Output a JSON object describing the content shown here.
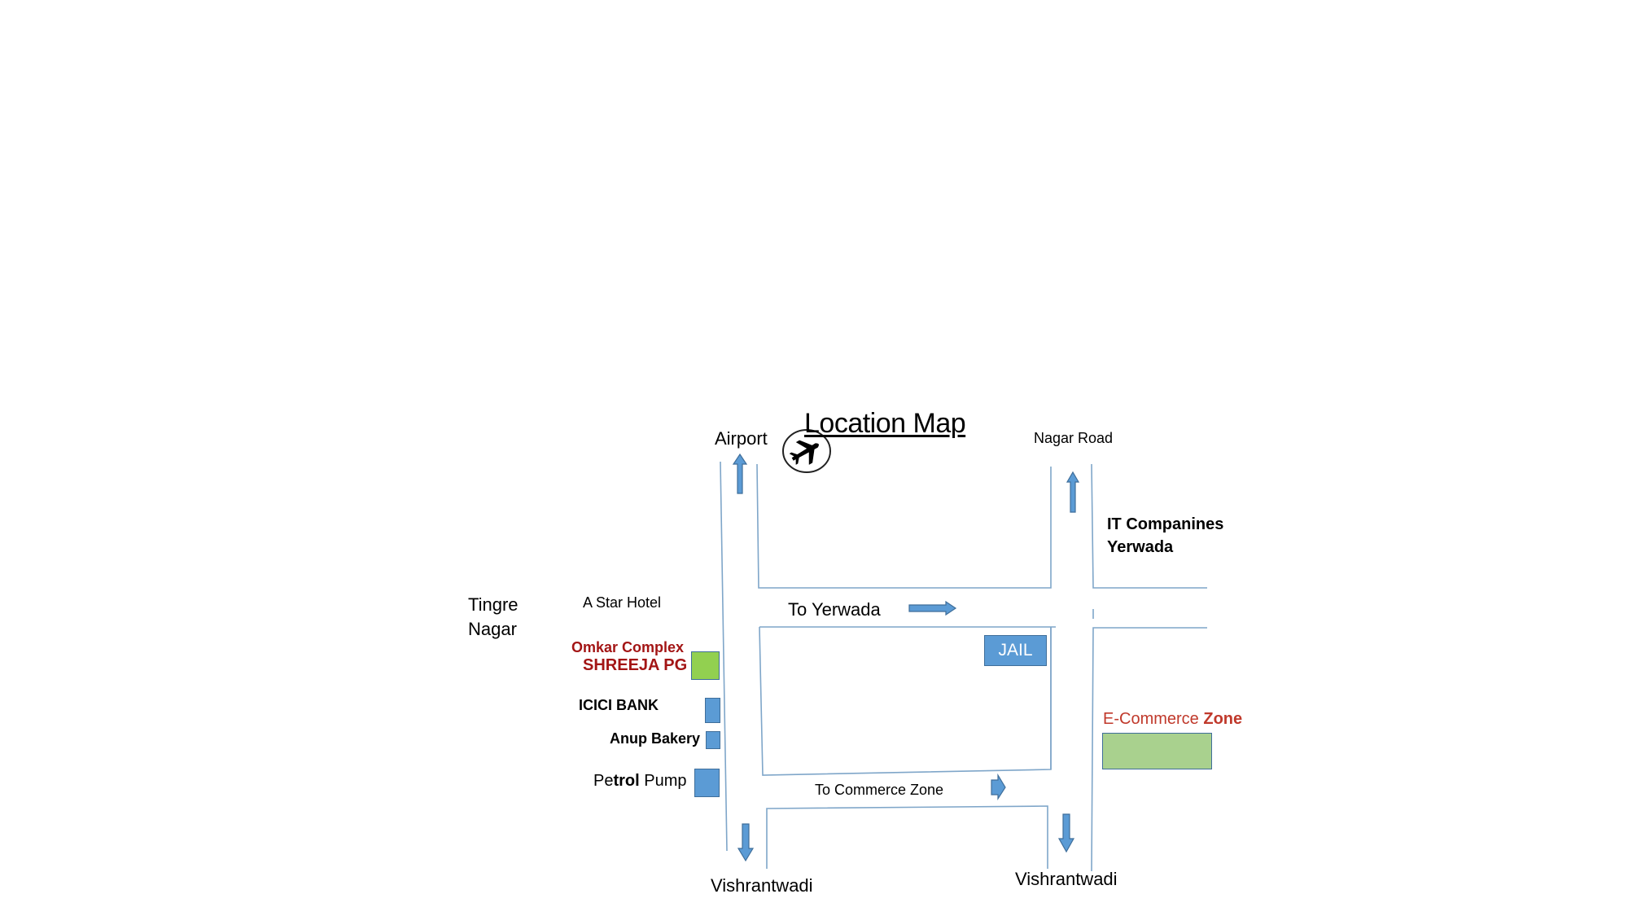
{
  "map": {
    "title": "Location Map",
    "labels": {
      "airport": "Airport",
      "nagar_road": "Nagar Road",
      "it_line1": "IT  Companines",
      "it_line2": "Yerwada",
      "tingre_line1": "Tingre",
      "tingre_line2": "Nagar",
      "a_star_hotel": "A  Star Hotel",
      "to_yerwada": "To   Yerwada",
      "omkar_complex": "Omkar Complex",
      "shreeja_pg": "SHREEJA  PG",
      "jail": "JAIL",
      "icici_bank": "ICICI BANK",
      "ecommerce_prefix": "E-Commerce ",
      "ecommerce_zone": "Zone",
      "anup_bakery": "Anup Bakery",
      "petrol_pe": "Pe",
      "petrol_trol": "trol",
      "petrol_pump": " Pump",
      "to_commerce_zone": "To    Commerce Zone",
      "vishrantwadi_left": "Vishrantwadi",
      "vishrantwadi_right": "Vishrantwadi"
    },
    "colors": {
      "road": "#7fa6c9",
      "arrow_fill": "#5b9bd5",
      "arrow_stroke": "#3f6e9a",
      "building_blue": "#5b9bd5",
      "pg_green": "#92d050",
      "ecommerce_green": "#a9d18e",
      "label_red": "#c0392b"
    },
    "icons": [
      "airplane-icon"
    ]
  }
}
